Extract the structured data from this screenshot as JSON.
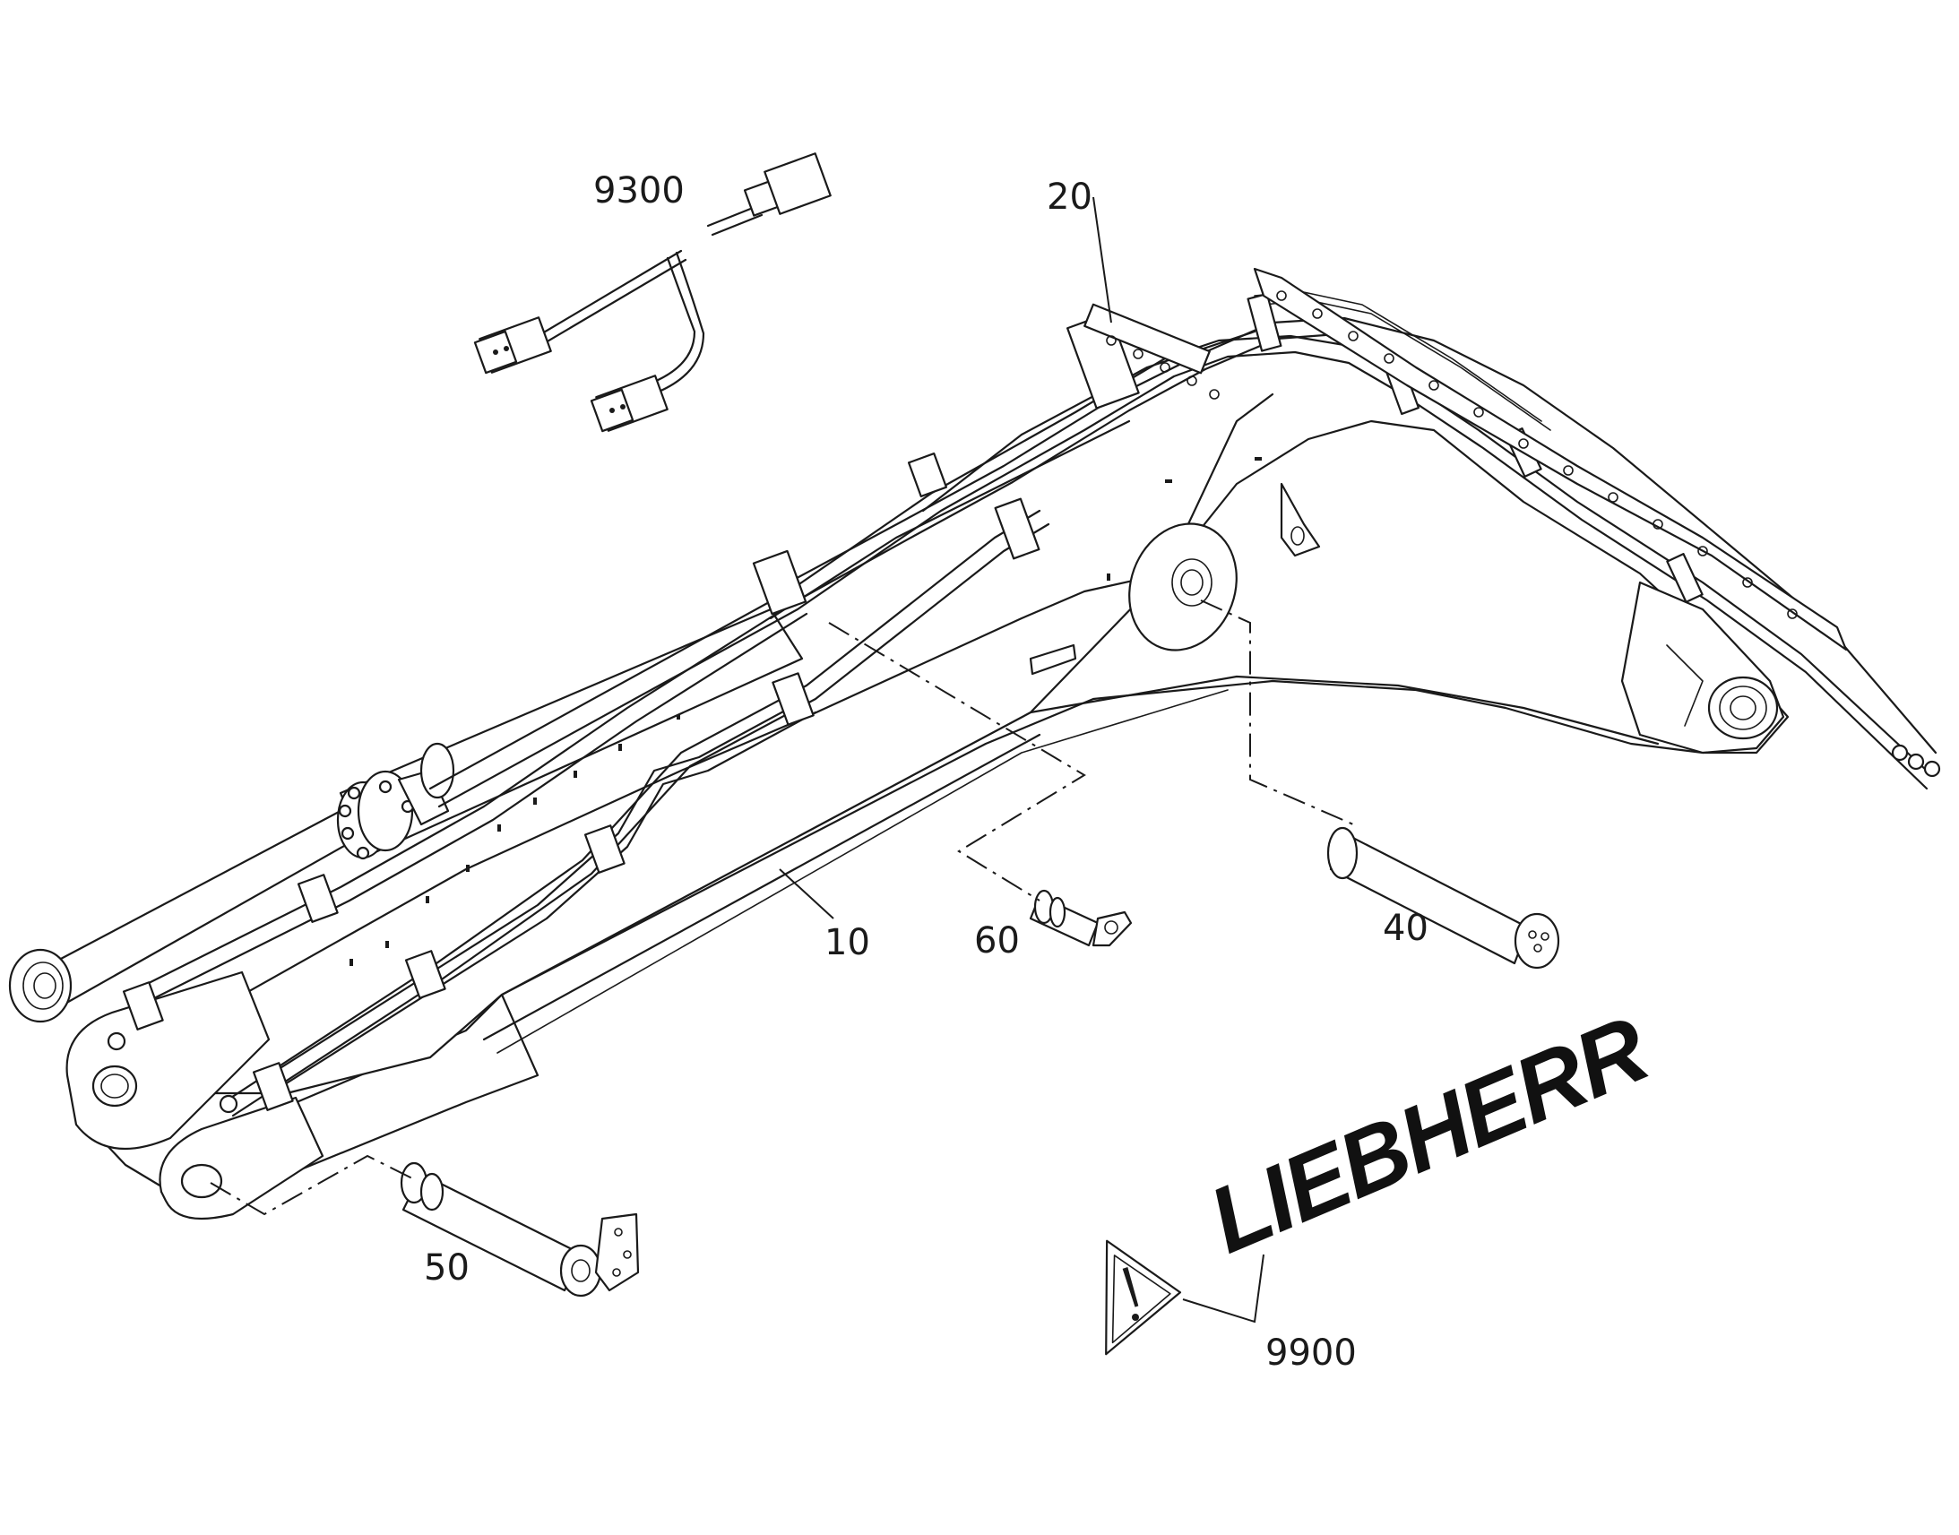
{
  "diagram": {
    "brand": "LIEBHERR",
    "callouts": [
      {
        "id": "c9300",
        "text": "9300"
      },
      {
        "id": "c20",
        "text": "20"
      },
      {
        "id": "c10",
        "text": "10"
      },
      {
        "id": "c60",
        "text": "60"
      },
      {
        "id": "c40",
        "text": "40"
      },
      {
        "id": "c50",
        "text": "50"
      },
      {
        "id": "c9900",
        "text": "9900"
      }
    ],
    "icons": [
      "warning-triangle-icon",
      "connector-icon"
    ],
    "colors": {
      "line": "#1a1a1a",
      "background": "#ffffff"
    }
  }
}
